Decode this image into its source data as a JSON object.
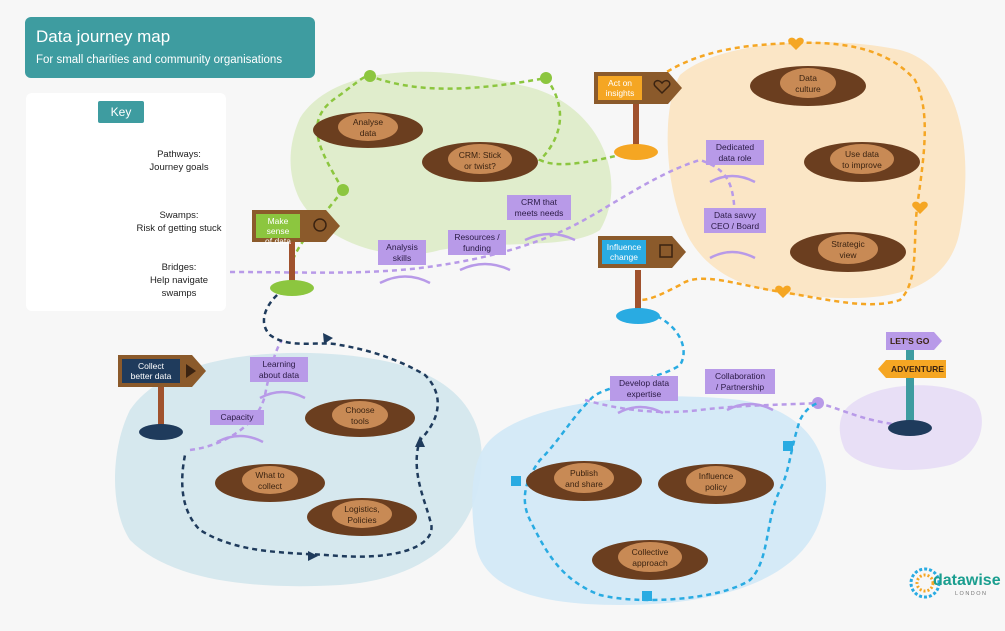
{
  "title": "Data journey map",
  "subtitle": "For small charities and community organisations",
  "key": {
    "title": "Key",
    "items": [
      {
        "label": "Pathways:\nJourney goals"
      },
      {
        "label": "Swamps:\nRisk of getting stuck"
      },
      {
        "label": "Bridges:\nHelp navigate swamps"
      }
    ]
  },
  "swamps": {
    "analyse": "Analyse\ndata",
    "crm": "CRM: Stick\nor twist?",
    "data_culture": "Data\nculture",
    "use_data": "Use data\nto improve",
    "strategic": "Strategic\nview",
    "choose_tools": "Choose\ntools",
    "what_collect": "What to\ncollect",
    "logistics": "Logistics,\nPolicies",
    "publish": "Publish\nand share",
    "influence_policy": "Influence\npolicy",
    "collective": "Collective\napproach"
  },
  "bridges": {
    "analysis_skills": "Analysis\nskills",
    "resources": "Resources /\nfunding",
    "crm_needs": "CRM that\nmeets needs",
    "dedicated": "Dedicated\ndata role",
    "savvy_ceo": "Data savvy\nCEO / Board",
    "learning": "Learning\nabout data",
    "capacity": "Capacity",
    "develop": "Develop data\nexpertise",
    "collaboration": "Collaboration\n/ Partnership"
  },
  "signs": {
    "act": "Act on\ninsights",
    "make_sense": "Make sense\nof data",
    "influence_change": "Influence\nchange",
    "collect": "Collect\nbetter data"
  },
  "signpost": {
    "lets_go": "LET'S GO",
    "adventure": "ADVENTURE"
  },
  "brand": {
    "name": "datawise",
    "sub": "LONDON"
  },
  "colors": {
    "teal": "#3e9ca0",
    "green_path": "#8cc63f",
    "orange_path": "#f5a623",
    "blue_path": "#29abe2",
    "navy_path": "#1f3b5c",
    "purple_path": "#b89ae8",
    "mud": "#6b3e1f",
    "mud_label": "#c88a55"
  }
}
